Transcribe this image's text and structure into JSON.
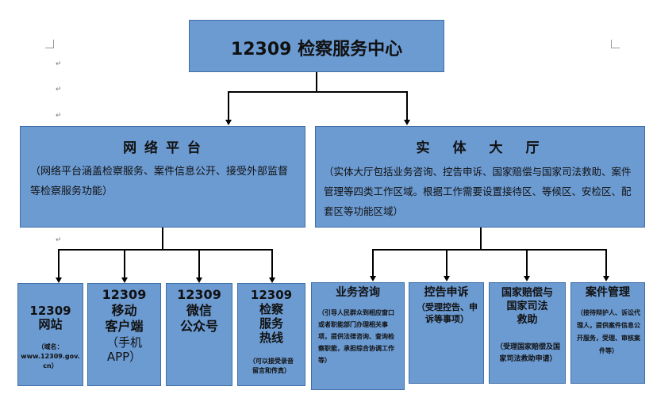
{
  "title": "12309 检察服务中心",
  "network": {
    "heading": "网 络 平 台",
    "desc": "（网络平台涵盖检察服务、案件信息公开、接受外部监督等检察服务功能）"
  },
  "hall": {
    "heading": "实　体　大　厅",
    "desc": "（实体大厅包括业务咨询、控告申诉、国家赔偿与国家司法救助、案件管理等四类工作区域。根据工作需要设置接待区、等候区、安检区、配套区等功能区域）"
  },
  "net_items": [
    {
      "title": "12309\n网站",
      "note": "（域名：\nwww.12309.gov.\ncn）"
    },
    {
      "title": "12309\n移动\n客户端",
      "note": "（手机\nAPP）"
    },
    {
      "title": "12309\n微信\n公众号",
      "note": ""
    },
    {
      "title": "12309\n检察\n服务\n热线",
      "note": "（可以接受录音\n留言和传真）"
    }
  ],
  "hall_items": [
    {
      "title": "业务咨询",
      "note": "（引导人民群众到相应窗口或者职能部门办理相关事项，提供法律咨询、查询检察职能，承担综合协调工作等）"
    },
    {
      "title": "控告申诉",
      "note": "（受理控告、申诉等事项）"
    },
    {
      "title": "国家赔偿与\n国家司法\n救助",
      "note": "（受理国家赔偿及国家司法救助申请）"
    },
    {
      "title": "案件管理",
      "note": "（接待辩护人、诉讼代理人，提供案件信息公开服务，受理、审核案件等）"
    }
  ],
  "colors": {
    "box_fill": "#6c9bd2",
    "box_border": "#3f6fa8",
    "line": "#000000"
  }
}
